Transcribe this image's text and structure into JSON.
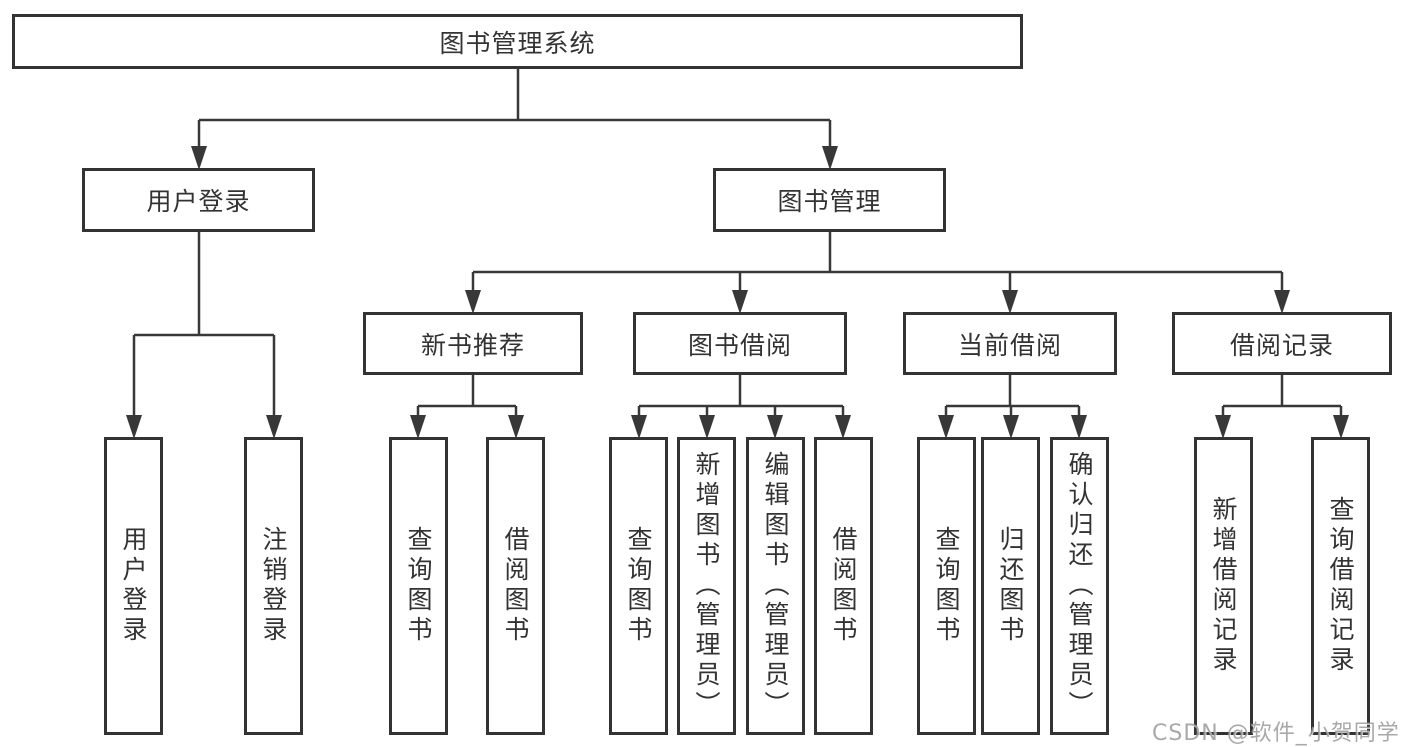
{
  "diagram": {
    "root": {
      "label": "图书管理系统"
    },
    "level2": [
      {
        "label": "用户登录"
      },
      {
        "label": "图书管理"
      }
    ],
    "level3": [
      {
        "label": "新书推荐"
      },
      {
        "label": "图书借阅"
      },
      {
        "label": "当前借阅"
      },
      {
        "label": "借阅记录"
      }
    ],
    "leaves": [
      {
        "label": "用户登录"
      },
      {
        "label": "注销登录"
      },
      {
        "label": "查询图书"
      },
      {
        "label": "借阅图书"
      },
      {
        "label": "查询图书"
      },
      {
        "label": "新增图书（管理员）"
      },
      {
        "label": "编辑图书（管理员）"
      },
      {
        "label": "借阅图书"
      },
      {
        "label": "查询图书"
      },
      {
        "label": "归还图书"
      },
      {
        "label": "确认归还（管理员）"
      },
      {
        "label": "新增借阅记录"
      },
      {
        "label": "查询借阅记录"
      }
    ]
  },
  "watermark": {
    "text": "CSDN @软件_小贺同学"
  },
  "colors": {
    "line": "#383838",
    "box_border": "#333333",
    "text": "#333333",
    "watermark": "#b5b5b5",
    "background": "#ffffff"
  }
}
